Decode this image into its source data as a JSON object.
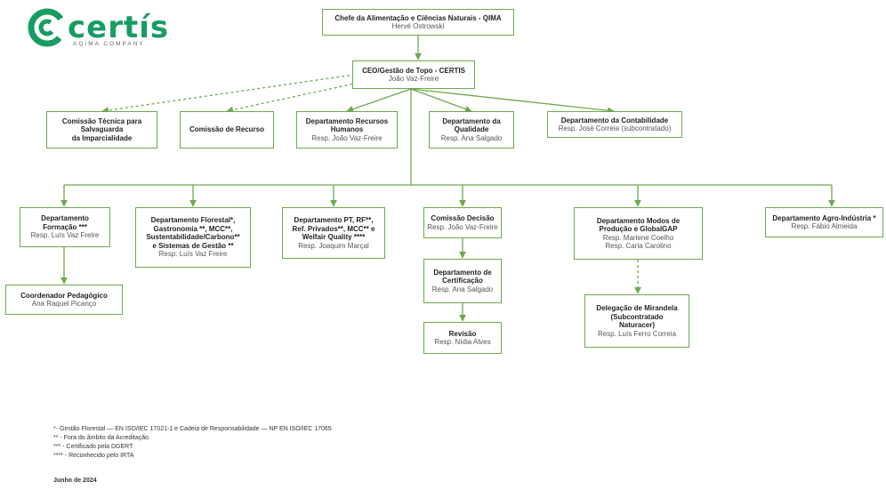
{
  "logo": {
    "name": "certís",
    "tagline": "AQIMA COMPANY",
    "color": "#179c62"
  },
  "colors": {
    "line": "#6fa84f"
  },
  "nodes": {
    "qima": {
      "title": "Chefe da Alimentação e Ciências Naturais - QIMA",
      "sub": "Hervé Ostrowski"
    },
    "ceo": {
      "title": "CEO/Gestão de Topo - CERTIS",
      "sub": "João Vaz-Freire"
    },
    "comissao_tecnica": {
      "title": "Comissão Técnica para\nSalvaguarda\nda Imparcialidade",
      "sub": ""
    },
    "comissao_recurso": {
      "title": "Comissão de Recurso",
      "sub": ""
    },
    "dep_rh": {
      "title": "Departamento Recursos\nHumanos",
      "sub": "Resp. João Vaz-Freire"
    },
    "dep_qualidade": {
      "title": "Departamento da\nQualidade",
      "sub": "Resp. Ana Salgado"
    },
    "dep_contabilidade": {
      "title": "Departamento da Contabilidade",
      "sub": "Resp. José Correia (subcontratado)"
    },
    "dep_formacao": {
      "title": "Departamento\nFormação ***",
      "sub": "Resp. Luís Vaz Freire"
    },
    "coordenador": {
      "title": "Coordenador Pedagógico",
      "sub": "Ana Raquel Picanço"
    },
    "dep_florestal": {
      "title": "Departamento Florestal*,\nGastronomia **, MCC**,\nSustentabilidade/Carbono**\ne Sistemas de Gestão **",
      "sub": "Resp. Luís Vaz Freire"
    },
    "dep_pt": {
      "title": "Departamento PT, RF**,\nRef. Privados**, MCC** e\nWelfair Quality ****",
      "sub": "Resp. Joaquim Marçal"
    },
    "comissao_decisao": {
      "title": "Comissão Decisão",
      "sub": "Resp. João Vaz-Freire"
    },
    "dep_certificacao": {
      "title": "Departamento de\nCertificação",
      "sub": "Resp. Ana Salgado"
    },
    "revisao": {
      "title": "Revisão",
      "sub": "Resp. Nídia Alves"
    },
    "dep_modos": {
      "title": "Departamento Modos de\nProdução e GlobalGAP",
      "sub": "Resp. Marlene Coelho\nResp. Carla Carolino"
    },
    "delegacao": {
      "title": "Delegação de Mirandela\n(Subcontratado\nNaturacer)",
      "sub": "Resp. Luís Ferro Correia"
    },
    "dep_agro": {
      "title": "Departamento Agro-Indústria *",
      "sub": "Resp. Fábio Almeida"
    }
  },
  "footnotes": [
    "*- Gestão Florestal — EN ISO/IEC 17021-1 e Cadeia de Responsabilidade — NP EN ISO/IEC 17065",
    "** - Fora do âmbito da Acreditação",
    "*** - Certificado pela DGERT",
    "**** - Reconhecido pelo IRTA"
  ],
  "date": "Junho de 2024"
}
